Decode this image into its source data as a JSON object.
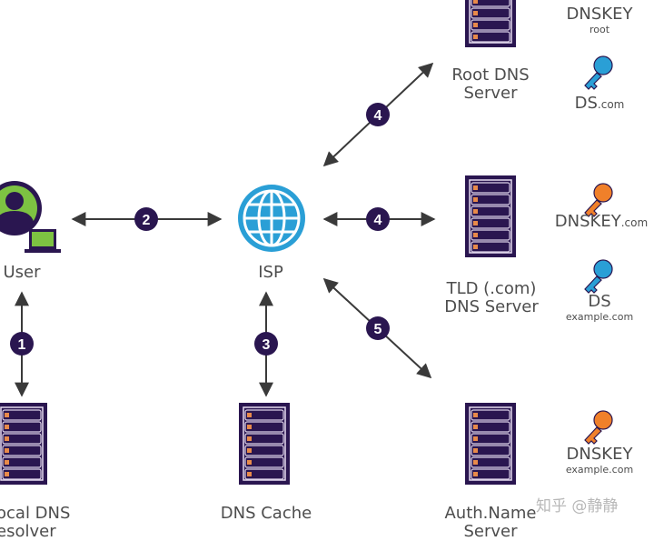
{
  "diagram": {
    "title": "",
    "nodes": {
      "user": {
        "label": "User"
      },
      "isp": {
        "label": "ISP"
      },
      "local_resolver": {
        "label_line1": "ocal DNS",
        "label_line2": "esolver"
      },
      "dns_cache": {
        "label": "DNS Cache"
      },
      "root_server": {
        "label_line1": "Root DNS",
        "label_line2": "Server"
      },
      "tld_server": {
        "label_line1": "TLD (.com)",
        "label_line2": "DNS Server"
      },
      "auth_server": {
        "label_line1": "Auth.Name",
        "label_line2": "Server"
      }
    },
    "keys": {
      "root_dnskey": {
        "main": "DNSKEY",
        "sub": "root",
        "color": "none"
      },
      "root_ds": {
        "main": "DS",
        "inline": ".com",
        "color": "#2a9fd6"
      },
      "tld_dnskey": {
        "main": "DNSKEY",
        "inline": ".com",
        "color": "#f0802a"
      },
      "tld_ds": {
        "main": "DS",
        "sub": "example.com",
        "color": "#2a9fd6"
      },
      "auth_dnskey": {
        "main": "DNSKEY",
        "sub": "example.com",
        "color": "#f0802a"
      }
    },
    "steps": [
      {
        "number": "1",
        "from": "User",
        "to": "Local DNS Resolver"
      },
      {
        "number": "2",
        "from": "User",
        "to": "ISP"
      },
      {
        "number": "3",
        "from": "ISP",
        "to": "DNS Cache"
      },
      {
        "number": "4",
        "from": "ISP",
        "to": "Root DNS Server"
      },
      {
        "number": "4",
        "from": "ISP",
        "to": "TLD (.com) DNS Server"
      },
      {
        "number": "5",
        "from": "ISP",
        "to": "Auth.Name Server"
      }
    ],
    "colors": {
      "server_fill": "#2a1650",
      "server_accent": "#e88a4a",
      "badge_fill": "#2a1650",
      "user_green": "#7dc242",
      "globe_blue": "#2a9fd6",
      "key_orange": "#f0802a",
      "key_blue": "#2a9fd6",
      "arrow": "#3a3a3a"
    }
  },
  "watermark": {
    "text": "知乎 @静静"
  }
}
